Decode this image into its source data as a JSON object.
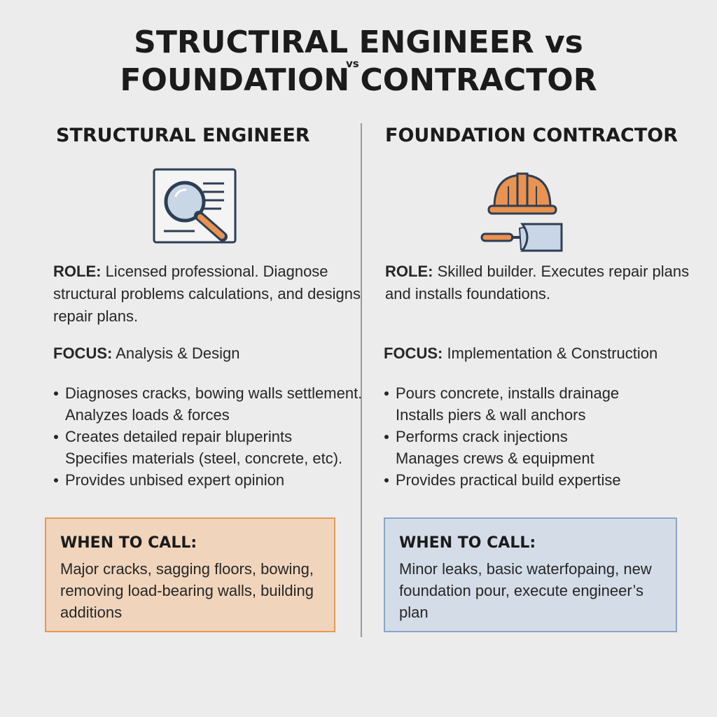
{
  "title": {
    "line1": "STRUCTIRAL ENGINEER vs",
    "line2": "FOUNDATION CONTRACTOR",
    "vs_small": "vs"
  },
  "left": {
    "heading": "STRUCTURAL ENGINEER",
    "icon": "document-magnifier-icon",
    "role_label": "ROLE:",
    "role_text": " Licensed professional. Diagnose structural problems calculations, and designs repair plans.",
    "focus_label": "FOCUS:",
    "focus_text": " Analysis & Design",
    "bullets": [
      "Diagnoses cracks, bowing walls settlement.",
      "Analyzes loads & forces",
      "Creates detailed repair bluperints",
      "Specifies materials (steel, concrete, etc).",
      "Provides unbised expert opinion"
    ],
    "call_title": "WHEN TO CALL:",
    "call_text": "Major cracks, sagging floors, bowing, removing load-bearing walls, building additions"
  },
  "right": {
    "heading": "FOUNDATION CONTRACTOR",
    "icon": "hardhat-trowel-icon",
    "role_label": "ROLE:",
    "role_text": " Skilled builder. Executes repair plans and installs foundations.",
    "focus_label": "FOCUS:",
    "focus_text": " Implementation & Construction",
    "bullets": [
      "Pours concrete, installs drainage",
      "Installs piers & wall anchors",
      "Performs crack injections",
      "Manages crews & equipment",
      "Provides practical build expertise"
    ],
    "call_title": "WHEN TO CALL:",
    "call_text": "Minor leaks, basic waterfopaing, new foundation pour, execute engineer’s plan"
  },
  "colors": {
    "background": "#ececec",
    "accent_orange": "#ea9250",
    "accent_blue": "#8aa6c7",
    "box_orange": "#f0d5bc",
    "box_blue": "#d4dde7"
  }
}
